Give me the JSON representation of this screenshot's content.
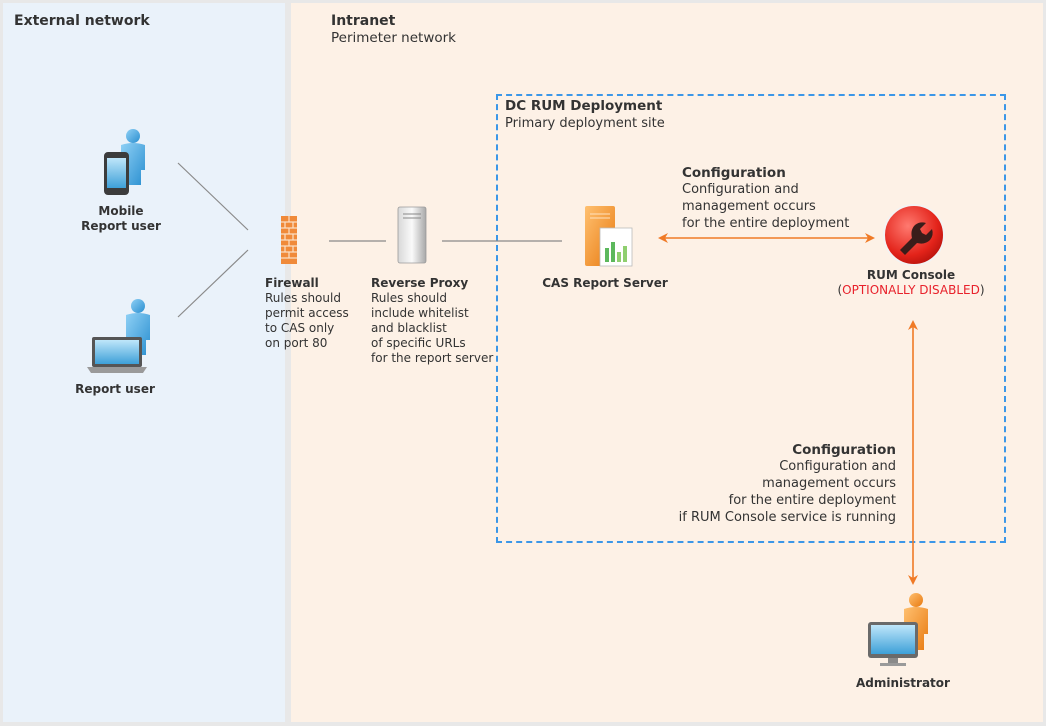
{
  "zones": {
    "external": {
      "title": "External network"
    },
    "intranet": {
      "title": "Intranet",
      "subtitle": "Perimeter network"
    }
  },
  "deployment": {
    "title": "DC RUM Deployment",
    "subtitle": "Primary deployment site"
  },
  "nodes": {
    "mobile_user": {
      "line1": "Mobile",
      "line2": "Report user"
    },
    "report_user": {
      "label": "Report user"
    },
    "firewall": {
      "title": "Firewall",
      "lines": [
        "Rules should",
        "permit access",
        "to CAS only",
        "on port 80"
      ]
    },
    "reverse_proxy": {
      "title": "Reverse Proxy",
      "lines": [
        "Rules should",
        "include whitelist",
        "and blacklist",
        "of specific URLs",
        "for the report server"
      ]
    },
    "cas": {
      "label": "CAS Report Server"
    },
    "rum_console": {
      "label": "RUM Console",
      "status_open": "(",
      "status": "OPTIONALLY DISABLED",
      "status_close": ")"
    },
    "administrator": {
      "label": "Administrator"
    }
  },
  "config_top": {
    "title": "Configuration",
    "lines": [
      "Configuration and",
      "management occurs",
      "for the entire deployment"
    ]
  },
  "config_bottom": {
    "title": "Configuration",
    "lines": [
      "Configuration and",
      "management occurs",
      "for the entire deployment",
      "if RUM Console service is running"
    ]
  },
  "colors": {
    "external_bg": "#eaf2fa",
    "intranet_bg": "#fdf1e6",
    "deploy_border": "#3b97e8",
    "arrow": "#f07a26",
    "connector": "#8a8a8a",
    "disabled_text": "#e8212b"
  },
  "icons": {
    "mobile_user": "person-phone-icon",
    "report_user": "person-laptop-icon",
    "firewall": "brick-wall-icon",
    "reverse_proxy": "server-tower-icon",
    "cas": "report-server-icon",
    "rum_console": "wrench-console-icon",
    "administrator": "person-monitor-icon"
  }
}
